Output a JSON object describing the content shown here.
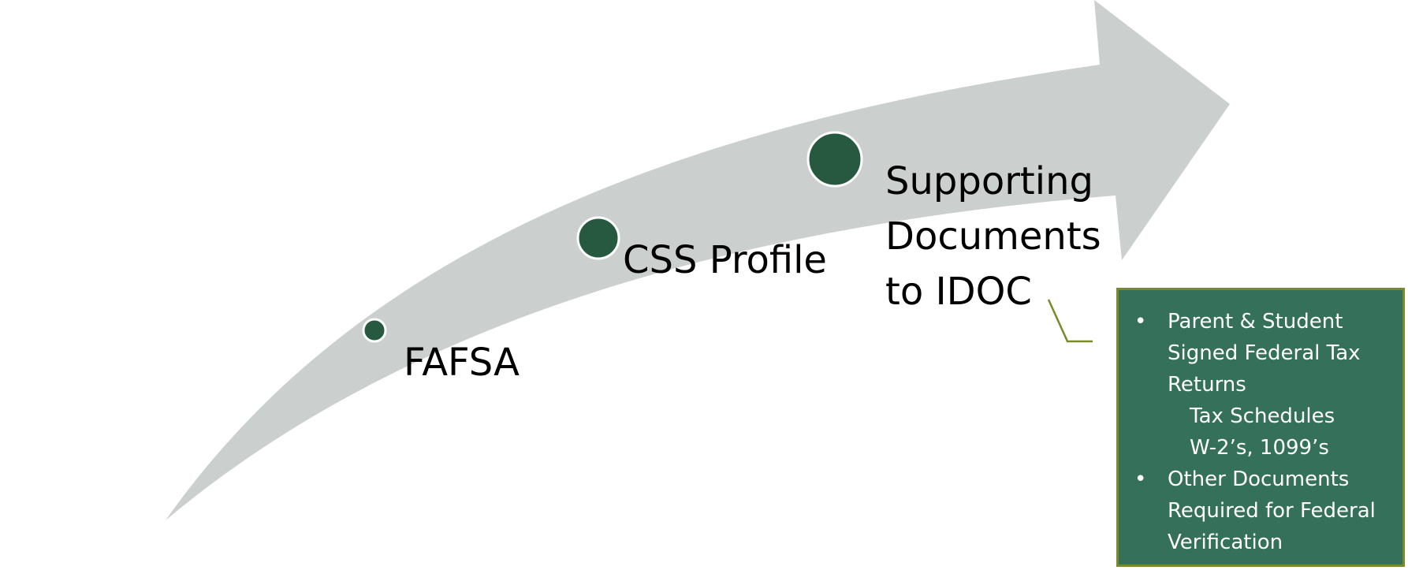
{
  "steps": [
    {
      "label": "FAFSA"
    },
    {
      "label": "CSS Profile"
    },
    {
      "label_lines": [
        "Supporting",
        "Documents",
        "to IDOC"
      ]
    }
  ],
  "callout": {
    "items": [
      {
        "text_lines": [
          "Parent & Student",
          "Signed Federal Tax",
          "Returns"
        ],
        "sub_items": [
          "Tax Schedules",
          "W-2’s, 1099’s"
        ]
      },
      {
        "text_lines": [
          "Other Documents",
          "Required for Federal",
          "Verification"
        ]
      }
    ]
  },
  "colors": {
    "arrow": "#cbcfcd",
    "marker": "#275940",
    "marker_ring": "#ffffff",
    "callout_fill": "#35705a",
    "callout_border": "#7a8a2a",
    "connector": "#7a8a2a",
    "label_text": "#000000",
    "callout_text": "#ffffff"
  }
}
